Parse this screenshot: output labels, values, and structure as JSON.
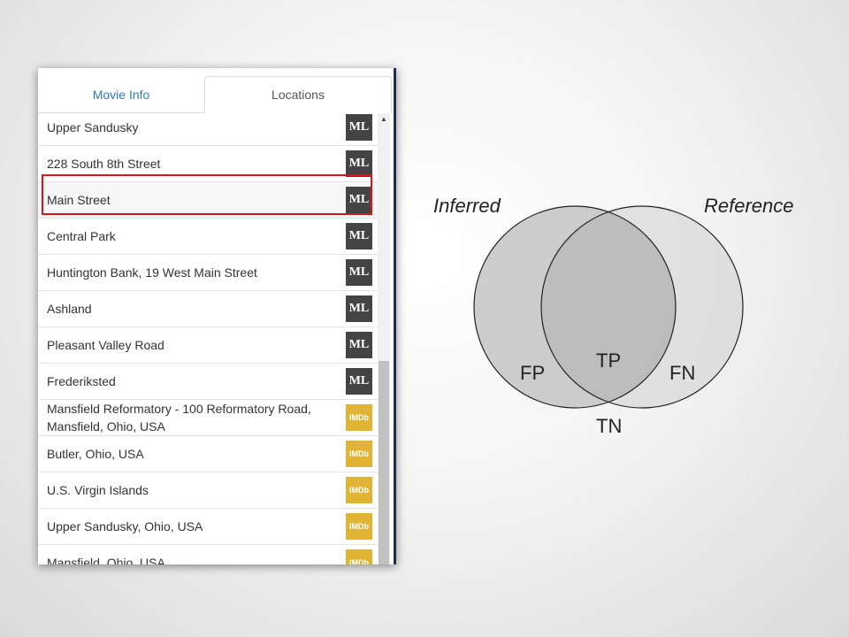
{
  "tabs": {
    "movie_info": "Movie Info",
    "locations": "Locations"
  },
  "locations": [
    {
      "label": "Upper Sandusky",
      "badge": "ML"
    },
    {
      "label": "228 South 8th Street",
      "badge": "ML"
    },
    {
      "label": "Main Street",
      "badge": "ML"
    },
    {
      "label": "Central Park",
      "badge": "ML"
    },
    {
      "label": "Huntington Bank, 19 West Main Street",
      "badge": "ML"
    },
    {
      "label": "Ashland",
      "badge": "ML"
    },
    {
      "label": "Pleasant Valley Road",
      "badge": "ML"
    },
    {
      "label": "Frederiksted",
      "badge": "ML"
    },
    {
      "label": "Mansfield Reformatory - 100 Reformatory Road, Mansfield, Ohio, USA",
      "badge": "IMDb"
    },
    {
      "label": "Butler, Ohio, USA",
      "badge": "IMDb"
    },
    {
      "label": "U.S. Virgin Islands",
      "badge": "IMDb"
    },
    {
      "label": "Upper Sandusky, Ohio, USA",
      "badge": "IMDb"
    },
    {
      "label": "Mansfield, Ohio, USA",
      "badge": "IMDb"
    }
  ],
  "selected_index": 2,
  "venn": {
    "left_title": "Inferred",
    "right_title": "Reference",
    "fp": "FP",
    "tp": "TP",
    "fn": "FN",
    "tn": "TN"
  },
  "colors": {
    "highlight": "#e0131b",
    "link": "#337ab7",
    "ml_badge": "#444444",
    "imdb_badge": "#e2b436"
  }
}
